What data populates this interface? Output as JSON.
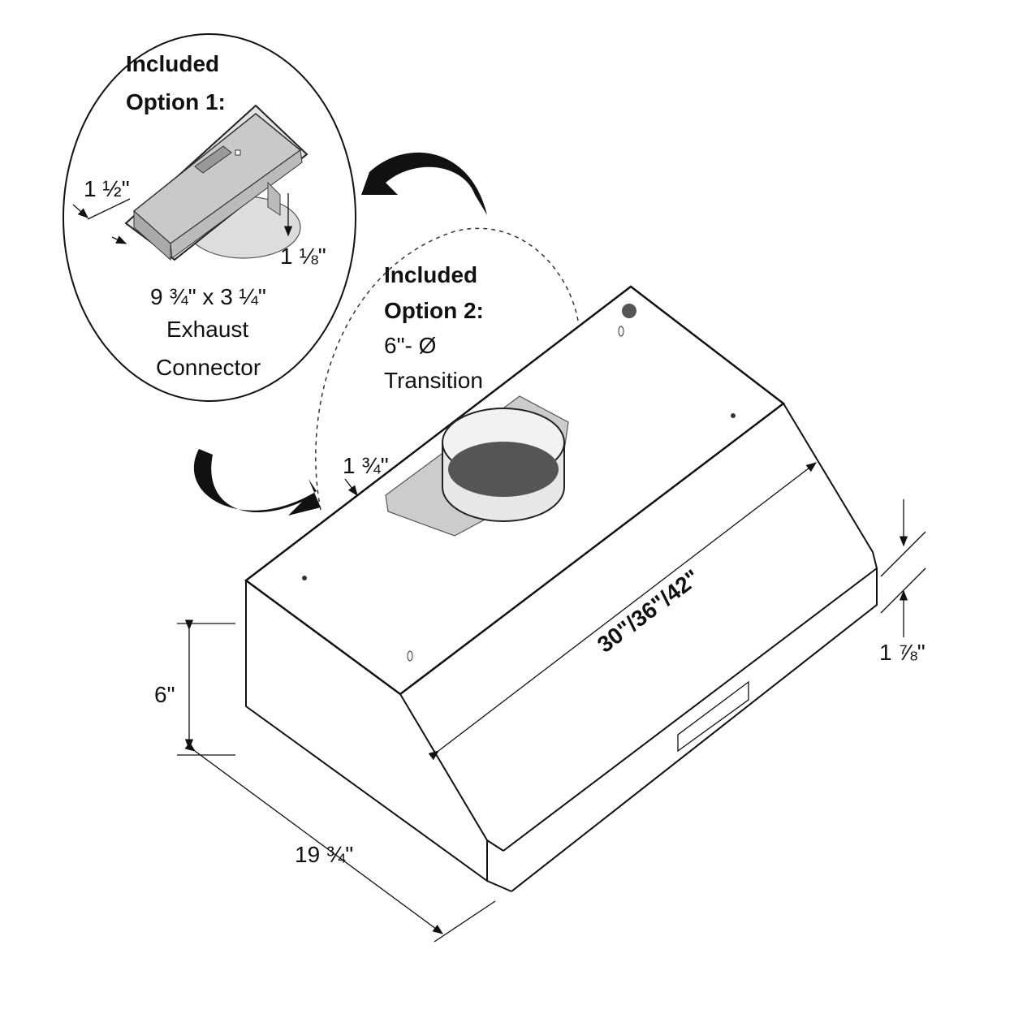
{
  "option1": {
    "title_line1": "Included",
    "title_line2": "Option 1:",
    "dim_width": "1 ½\"",
    "dim_height": "1 ⅛\"",
    "size": "9 ¾\" x 3 ¼\"",
    "name_line1": "Exhaust",
    "name_line2": "Connector"
  },
  "option2": {
    "title_line1": "Included",
    "title_line2": "Option 2:",
    "name_line1": "6\"- Ø",
    "name_line2": "Transition"
  },
  "hood": {
    "dim_offset": "1 ¾\"",
    "dim_width": "30\"/36\"/42\"",
    "dim_height": "6\"",
    "dim_depth": "19 ¾\"",
    "dim_lip": "1 ⅞\""
  }
}
